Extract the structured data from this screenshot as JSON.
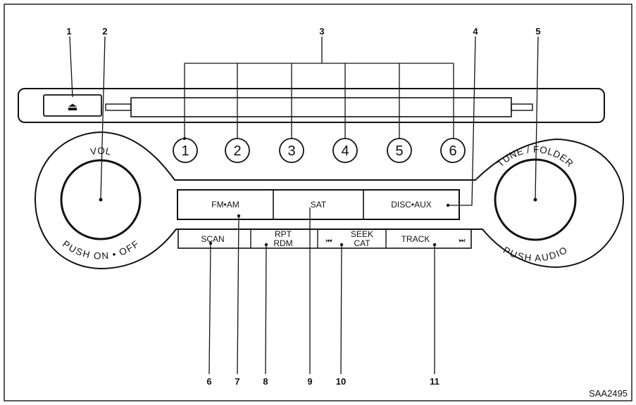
{
  "eject": {
    "glyph": "⏏"
  },
  "callouts": [
    "1",
    "2",
    "3",
    "4",
    "5",
    "6",
    "7",
    "8",
    "9",
    "10",
    "11"
  ],
  "presets": [
    "1",
    "2",
    "3",
    "4",
    "5",
    "6"
  ],
  "volume_knob": {
    "top_label": "VOL",
    "bottom_label": "PUSH ON • OFF"
  },
  "tune_knob": {
    "top_label": "TUNE / FOLDER",
    "bottom_label": "PUSH AUDIO"
  },
  "source_buttons": [
    "FM•AM",
    "SAT",
    "DISC•AUX"
  ],
  "function_buttons": {
    "scan": "SCAN",
    "rpt_line1": "RPT",
    "rpt_line2": "RDM",
    "seek_line1": "SEEK",
    "seek_line2": "CAT",
    "seek_icon": "⏮",
    "track": "TRACK",
    "track_icon": "⏭"
  },
  "figure_code": "SAA2495"
}
